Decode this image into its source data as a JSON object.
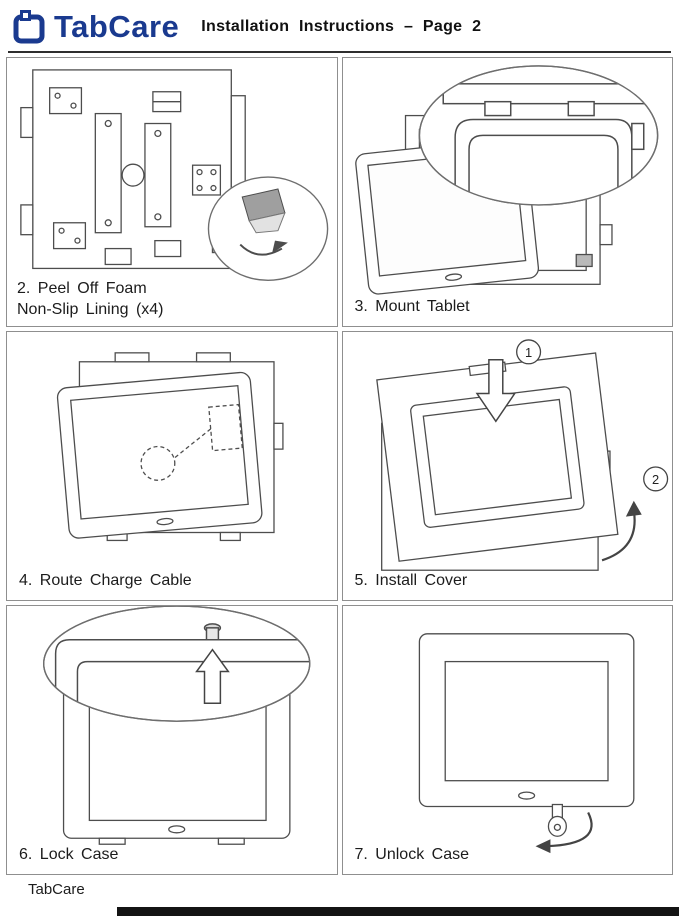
{
  "header": {
    "logo_text": "TabCare",
    "title": "Installation Instructions – Page 2"
  },
  "panels": [
    {
      "step": "2",
      "label_line1": "2. Peel Off Foam",
      "label_line2": "Non-Slip Lining (x4)"
    },
    {
      "step": "3",
      "label": "3. Mount Tablet"
    },
    {
      "step": "4",
      "label": "4. Route Charge Cable"
    },
    {
      "step": "5",
      "label": "5. Install Cover",
      "callouts": [
        "1",
        "2"
      ]
    },
    {
      "step": "6",
      "label": "6. Lock Case"
    },
    {
      "step": "7",
      "label": "7. Unlock Case"
    }
  ],
  "footer": {
    "brand": "TabCare"
  },
  "colors": {
    "logo_blue": "#1a3a8f",
    "line_gray": "#4d4d4d"
  }
}
